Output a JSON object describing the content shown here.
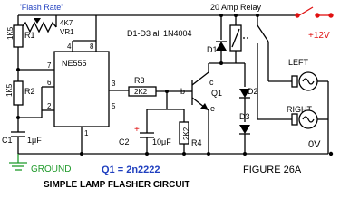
{
  "labels": {
    "flash_rate": "'Flash Rate'",
    "vr1_value": "4K7",
    "vr1": "VR1",
    "r1_value": "1K5",
    "r1": "R1",
    "r2_value": "1K5",
    "r2": "R2",
    "ic": "NE555",
    "pin4": "4",
    "pin8": "8",
    "pin7": "7",
    "pin6": "6",
    "pin2": "2",
    "pin3": "3",
    "pin5": "5",
    "pin1": "1",
    "r3": "R3",
    "r3_value": "2K2",
    "r4": "R4",
    "r4_value": "2K2",
    "c1": "C1",
    "c1_value": "1μF",
    "c2": "C2",
    "c2_value": "10μF",
    "relay": "20 Amp Relay",
    "diodes_note": "D1-D3 all 1N4004",
    "d1": "D1",
    "d2": "D2",
    "d3": "D3",
    "q1": "Q1",
    "b": "b",
    "c": "c",
    "e": "e",
    "left": "LEFT",
    "right": "RIGHT",
    "supply": "+12V",
    "zero_v": "0V",
    "ground": "GROUND",
    "q1_part": "Q1 = 2n2222",
    "title": "SIMPLE LAMP FLASHER CIRCUIT",
    "figure": "FIGURE 26A"
  },
  "colors": {
    "wire": "#000000",
    "label_blue": "#1f3fbf",
    "ground": "#1f9a2a",
    "supply": "#e01010",
    "background": "#ffffff"
  }
}
